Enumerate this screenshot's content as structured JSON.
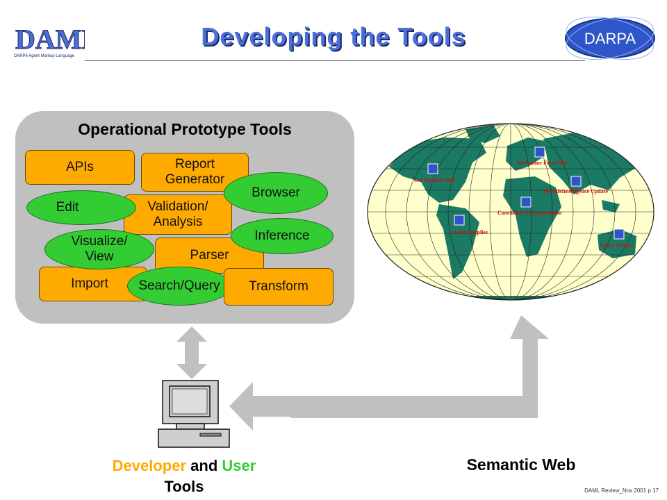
{
  "header": {
    "title": "Developing the Tools",
    "logo_left": {
      "text": "DAML",
      "subtitle": "DARPA Agent Markup Language"
    },
    "logo_right": {
      "text": "DARPA"
    }
  },
  "panel": {
    "title": "Operational Prototype Tools",
    "rect_tools": [
      "APIs",
      "Report Generator",
      "Validation/ Analysis",
      "Parser",
      "Import",
      "Transform"
    ],
    "oval_tools": [
      "Browser",
      "Edit",
      "Inference",
      "Visualize/ View",
      "Search/Query"
    ]
  },
  "map": {
    "labels": [
      "Determine Force Mix",
      "Get Weather Info",
      "ProvideIntelligence Update",
      "Coordinate Transportation",
      "Order Supplies",
      "Select Targets"
    ]
  },
  "captions": {
    "developer": "Developer",
    "and": "and",
    "user": "User",
    "tools": "Tools",
    "semantic_web": "Semantic Web"
  },
  "footer": "DAML Review_Nov 2001   p 17",
  "colors": {
    "orange": "#ffaa00",
    "green": "#33cc33",
    "ocean": "#ffffcc",
    "land": "#1a7a64",
    "arrow": "#c0c0c0"
  }
}
